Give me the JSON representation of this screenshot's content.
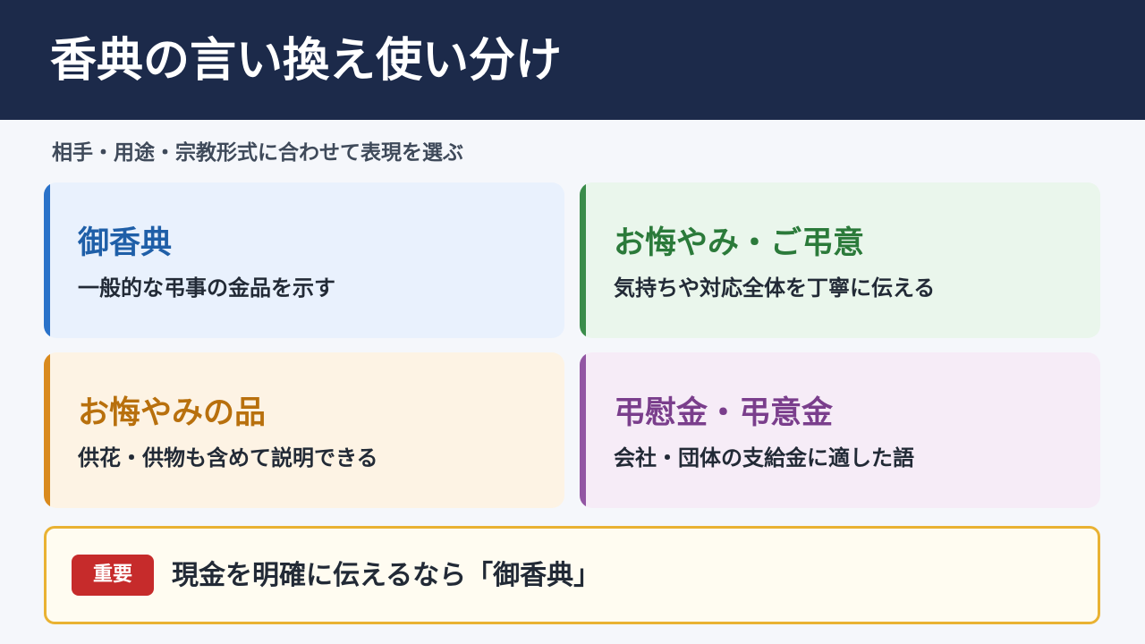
{
  "header": {
    "title": "香典の言い換え使い分け"
  },
  "subtitle": "相手・用途・宗教形式に合わせて表現を選ぶ",
  "cards": [
    {
      "title": "御香典",
      "description": "一般的な弔事の金品を示す",
      "accent_color": "#2a72c9"
    },
    {
      "title": "お悔やみ・ご弔意",
      "description": "気持ちや対応全体を丁寧に伝える",
      "accent_color": "#3a8c4a"
    },
    {
      "title": "お悔やみの品",
      "description": "供花・供物も含めて説明できる",
      "accent_color": "#d98a1e"
    },
    {
      "title": "弔慰金・弔意金",
      "description": "会社・団体の支給金に適した語",
      "accent_color": "#9256a3"
    }
  ],
  "note": {
    "badge": "重要",
    "text": "現金を明確に伝えるなら「御香典」",
    "border_color": "#e9b233",
    "badge_color": "#c62b2b"
  }
}
